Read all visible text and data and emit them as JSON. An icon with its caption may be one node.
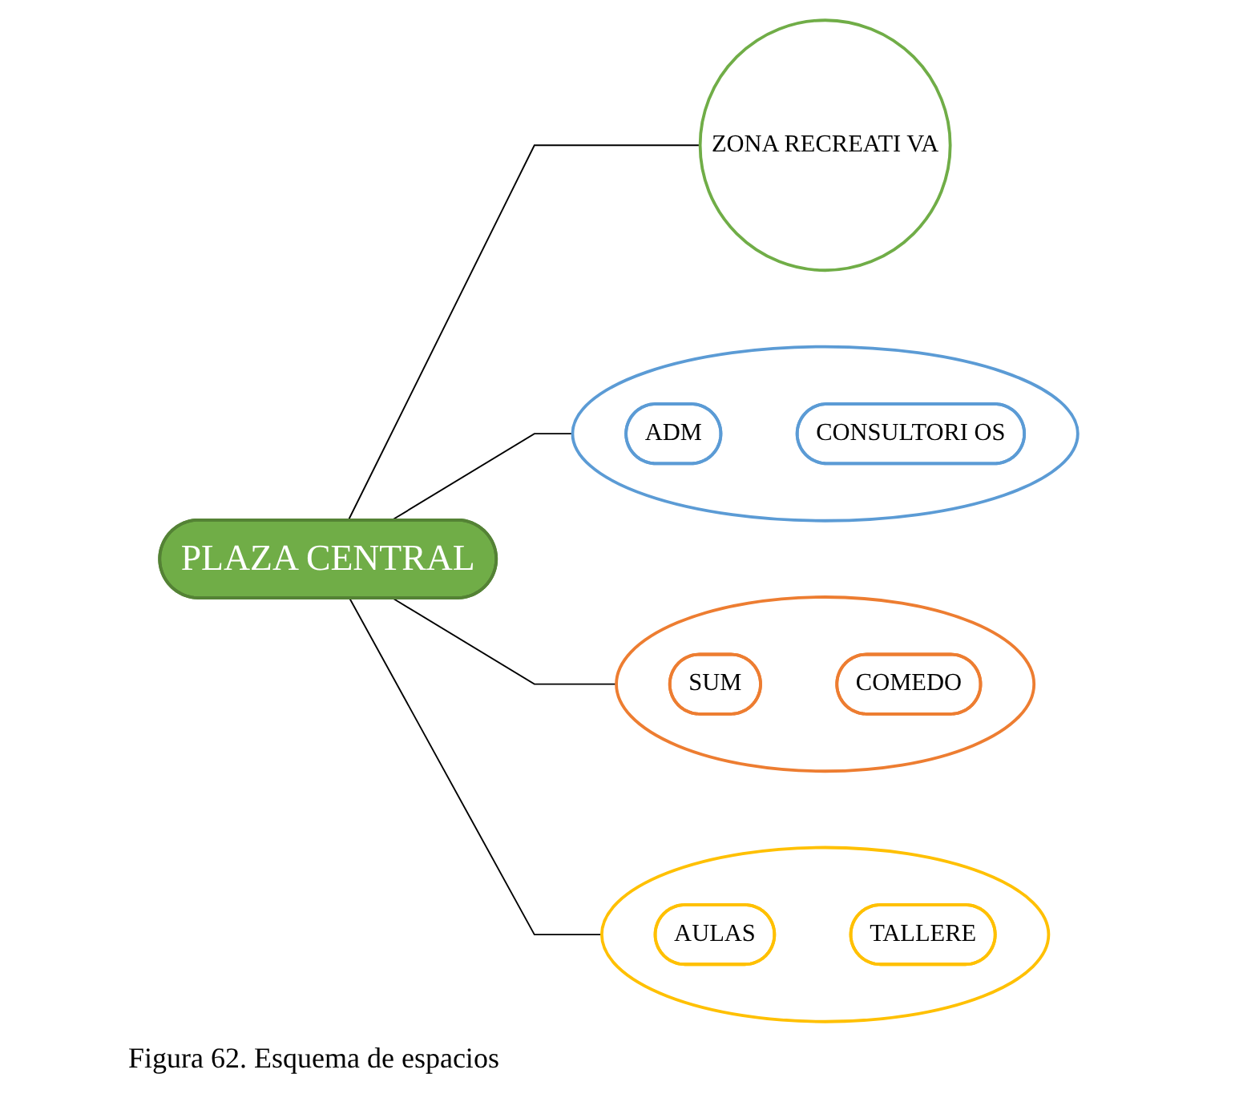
{
  "diagram": {
    "caption": "Figura 62. Esquema de espacios",
    "nodes": [
      {
        "text": [],
        "shape": "circle"
      },
      {
        "text": [
          "ADM"
        ],
        "in": 0
      },
      {
        "text": [
          "CONSULTORI OS"
        ],
        "in": 0
      },
      {
        "text": [],
        "shape": "circle"
      },
      {
        "text": [
          "SUM"
        ],
        "in": 3
      },
      {
        "text": [
          "COMEDO"
        ],
        "in": 3
      },
      {
        "text": [
          "PLAZA CENTRAL"
        ]
      },
      {
        "text": [
          "ZONA RECREATI VA"
        ]
      },
      {
        "text": [],
        "shape": "circle"
      },
      {
        "text": [
          "AULAS"
        ],
        "in": 8
      },
      {
        "text": [
          "TALLERE"
        ],
        "in": 8
      }
    ],
    "edges": [
      {
        "from": 6,
        "to": 0,
        "arrow": "none"
      },
      {
        "from": 6,
        "to": 3,
        "arrow": "none"
      },
      {
        "from": 6,
        "to": 7,
        "arrow": "none"
      },
      {
        "from": 6,
        "to": 8,
        "arrow": "none"
      }
    ]
  }
}
